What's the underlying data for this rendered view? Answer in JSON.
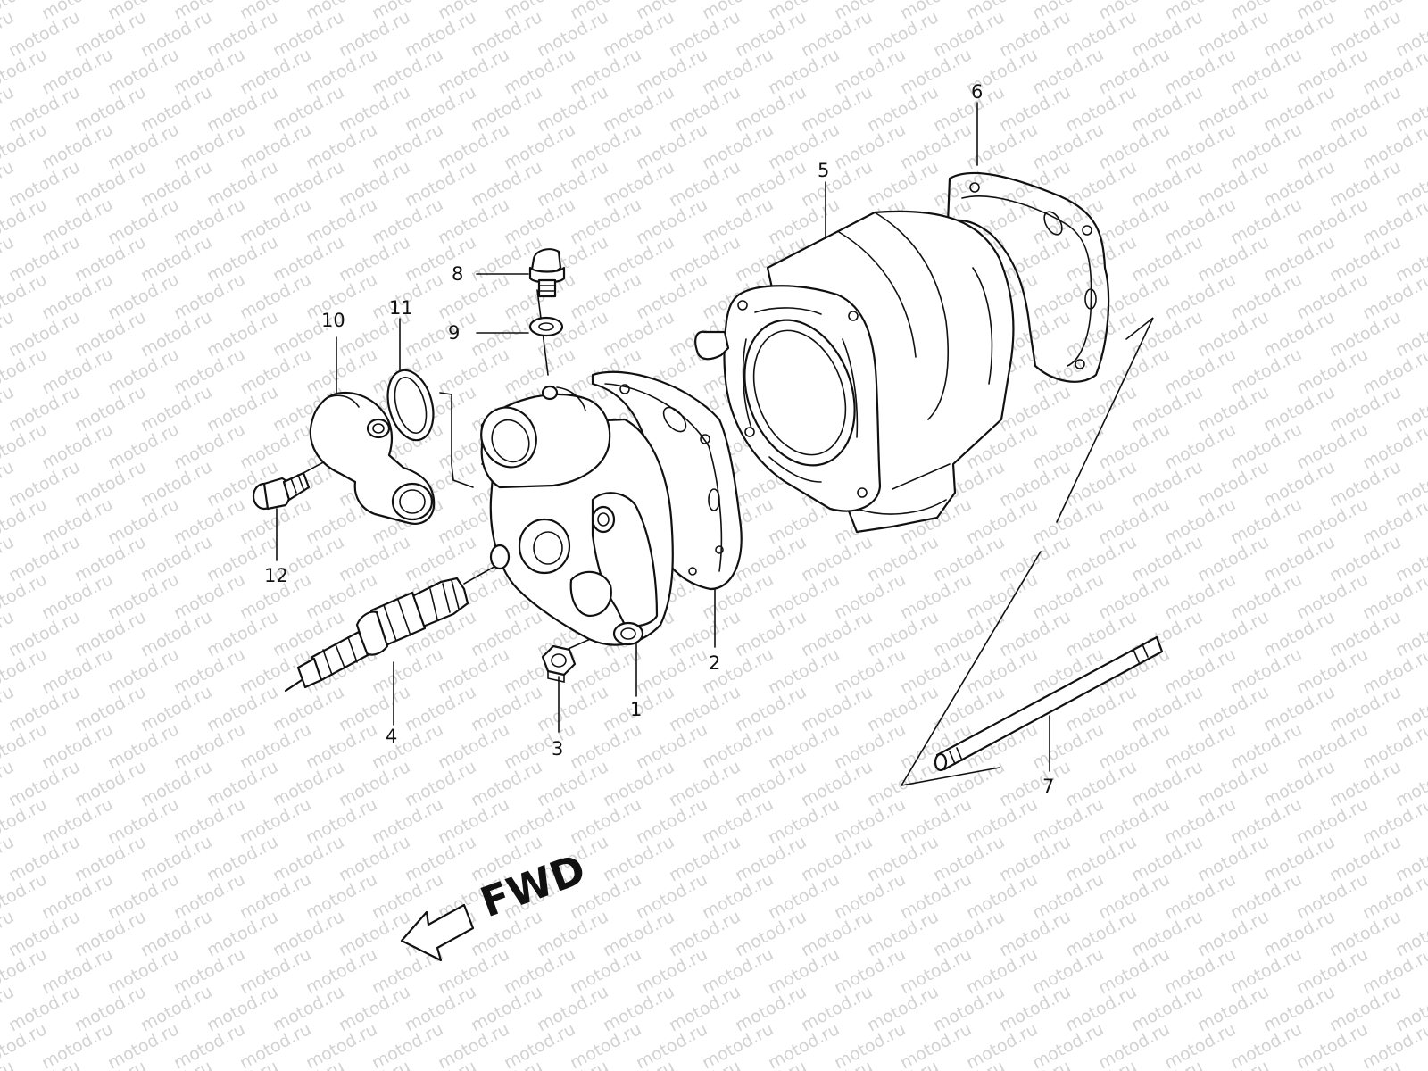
{
  "watermark": "motod.ru",
  "direction_label": "FWD",
  "part_labels": {
    "p1": "1",
    "p2": "2",
    "p3": "3",
    "p4": "4",
    "p5": "5",
    "p6": "6",
    "p7": "7",
    "p8": "8",
    "p9": "9",
    "p10": "10",
    "p11": "11",
    "p12": "12"
  },
  "colors": {
    "line": "#111111",
    "background": "#ffffff",
    "watermark": "#d2d2d2"
  }
}
